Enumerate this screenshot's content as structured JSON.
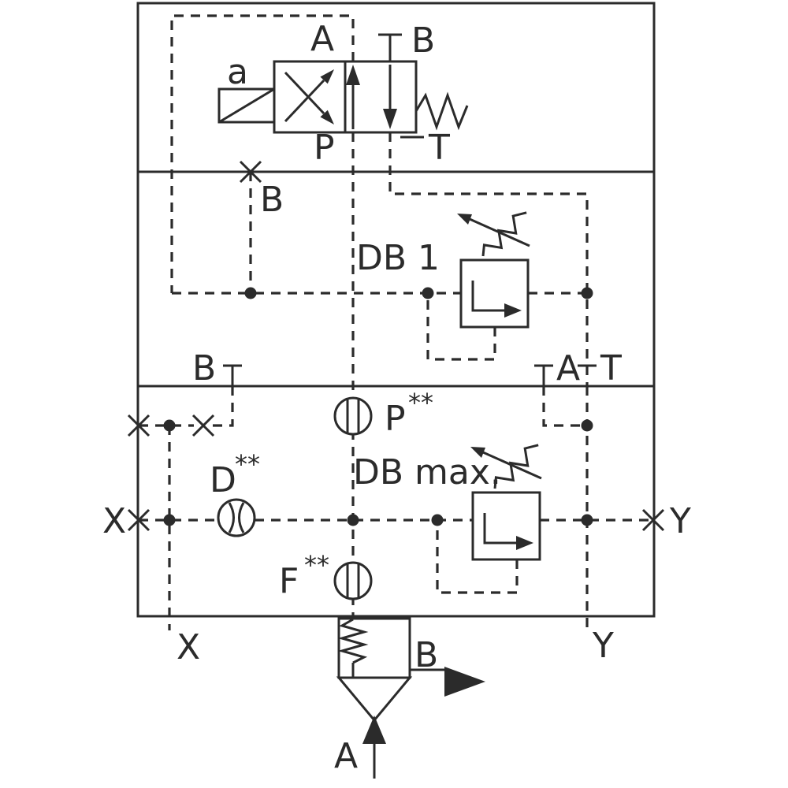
{
  "diagram": {
    "type": "hydraulic-control-block-schematic",
    "colors": {
      "line": "#2b2b2b",
      "background": "#ffffff"
    }
  },
  "labels": {
    "port_a_valve": "A",
    "port_b_valve": "B",
    "solenoid_a": "a",
    "port_p_valve": "P",
    "port_t_valve": "T",
    "plug_b": "B",
    "relief_db1": "DB 1",
    "port_b_mid": "B",
    "port_a_mid": "A",
    "port_t_mid": "T",
    "meas_p": "P",
    "meas_p_stars": "**",
    "relief_db_max": "DB max.",
    "orifice_d": "D",
    "orifice_d_stars": "**",
    "port_x": "X",
    "port_y": "Y",
    "meas_f": "F",
    "meas_f_stars": "**",
    "port_x_bottom": "X",
    "port_y_bottom": "Y",
    "port_b_out": "B",
    "port_a_in": "A"
  }
}
